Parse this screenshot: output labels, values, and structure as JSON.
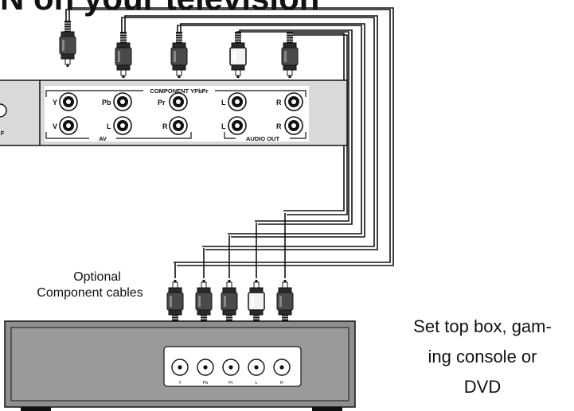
{
  "heading": "N on your television",
  "tv_panel": {
    "group_component": "COMPONENT YPbPr",
    "group_av": "AV",
    "group_audio": "AUDIO OUT",
    "row1": [
      "Y",
      "Pb",
      "Pr",
      "L",
      "R"
    ],
    "row2": [
      "V",
      "L",
      "R",
      "L",
      "R"
    ],
    "edge_label": "F"
  },
  "cables_caption": {
    "line1": "Optional",
    "line2": "Component cables"
  },
  "device_panel": {
    "jacks": [
      "Y",
      "Pb",
      "Pr",
      "L",
      "R"
    ]
  },
  "device_caption": {
    "line1": "Set top box, gam-",
    "line2": "ing console or",
    "line3": "DVD"
  },
  "colors": {
    "line": "#111111",
    "plug_dark": "#4a4a4a",
    "plug_white": "#f2f2f2",
    "panel_fill": "#d0d0d0",
    "box_fill": "#8f8f8f"
  }
}
